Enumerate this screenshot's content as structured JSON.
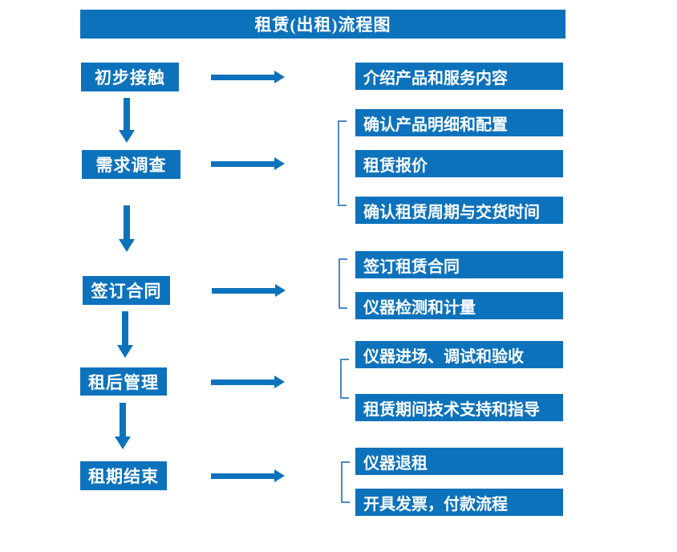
{
  "title": "租赁(出租)流程图",
  "colors": {
    "box_blue": "#0d72bc",
    "bracket_blue": "#4a8ac4",
    "text_white": "#ffffff",
    "background": "#ffffff"
  },
  "left_steps": [
    {
      "label": "初步接触"
    },
    {
      "label": "需求调查"
    },
    {
      "label": "签订合同"
    },
    {
      "label": "租后管理"
    },
    {
      "label": "租期结束"
    }
  ],
  "right_groups": [
    {
      "boxes": [
        "介绍产品和服务内容"
      ]
    },
    {
      "boxes": [
        "确认产品明细和配置",
        "租赁报价",
        "确认租赁周期与交货时间"
      ]
    },
    {
      "boxes": [
        "签订租赁合同",
        "仪器检测和计量"
      ]
    },
    {
      "boxes": [
        "仪器进场、调试和验收",
        "租赁期间技术支持和指导"
      ]
    },
    {
      "boxes": [
        "仪器退租",
        "开具发票，付款流程"
      ]
    }
  ]
}
